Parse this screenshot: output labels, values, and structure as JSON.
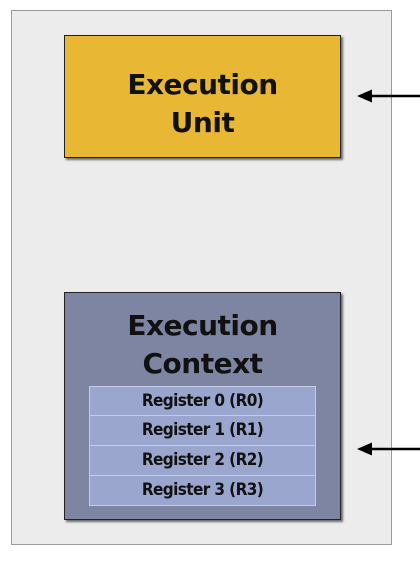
{
  "execution_unit": {
    "title_line1": "Execution",
    "title_line2": "Unit",
    "color": "#e8b733"
  },
  "execution_context": {
    "title_line1": "Execution",
    "title_line2": "Context",
    "color": "#7d85a3",
    "registers": [
      "Register 0  (R0)",
      "Register 1  (R1)",
      "Register 2  (R2)",
      "Register 3  (R3)"
    ],
    "register_color": "#9ba6cf"
  },
  "arrows": [
    "arrow-left-icon",
    "arrow-left-icon"
  ]
}
